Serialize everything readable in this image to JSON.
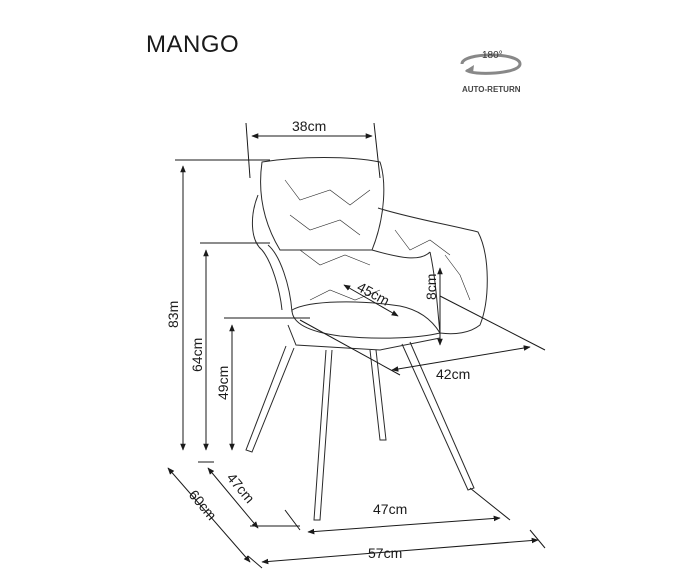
{
  "product": {
    "name": "MANGO"
  },
  "rotation_badge": {
    "angle": "180°",
    "caption": "AUTO-RETURN"
  },
  "dimensions": {
    "seat_width": "38cm",
    "total_height": "83m",
    "armrest_height": "64cm",
    "seat_height": "49cm",
    "seat_depth": "45cm",
    "armrest_thickness": "8cm",
    "back_depth": "42cm",
    "base_depth": "47cm",
    "overall_depth": "60cm",
    "base_width": "47cm",
    "overall_width": "57cm"
  },
  "colors": {
    "line": "#1a1a1a",
    "chair": "#2a2a2a",
    "badge": "#888888"
  }
}
